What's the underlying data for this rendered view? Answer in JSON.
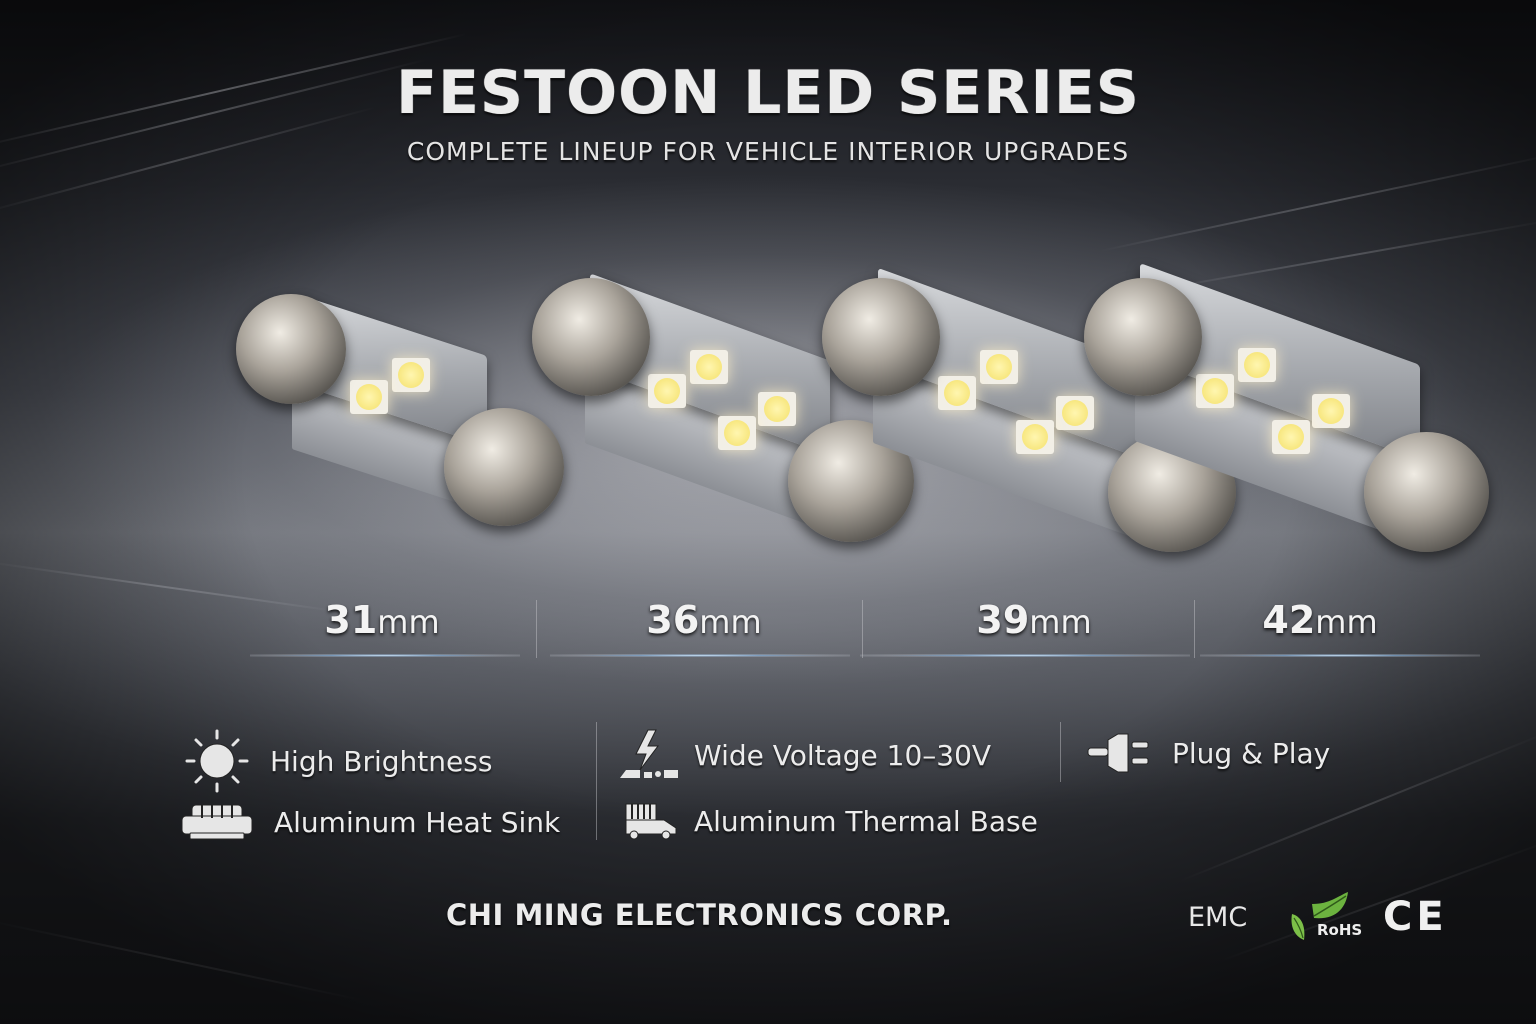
{
  "header": {
    "title": "FESTOON LED SERIES",
    "subtitle": "COMPLETE LINEUP FOR VEHICLE INTERIOR UPGRADES"
  },
  "products": [
    {
      "size_value": "31",
      "size_unit": "mm",
      "led_count": 2
    },
    {
      "size_value": "36",
      "size_unit": "mm",
      "led_count": 4
    },
    {
      "size_value": "39",
      "size_unit": "mm",
      "led_count": 4
    },
    {
      "size_value": "42",
      "size_unit": "mm",
      "led_count": 4
    }
  ],
  "features": [
    {
      "icon": "sun-icon",
      "label": "High Brightness"
    },
    {
      "icon": "lightning-voltage-icon",
      "label": "Wide Voltage 10–30V"
    },
    {
      "icon": "plug-icon",
      "label": "Plug & Play"
    },
    {
      "icon": "heat-sink-icon",
      "label": "Aluminum Heat Sink"
    },
    {
      "icon": "thermal-base-icon",
      "label": "Aluminum Thermal Base"
    }
  ],
  "footer": {
    "company": "CHI MING ELECTRONICS CORP.",
    "certifications": {
      "emc": "EMC",
      "rohs": "RoHS",
      "ce": "CE"
    }
  },
  "colors": {
    "background_dark": "#1b1d22",
    "text": "#ececec",
    "led_yellow": "#f4e06a",
    "rohs_green": "#6cb33f",
    "accent_glow": "#a8d4ff"
  }
}
